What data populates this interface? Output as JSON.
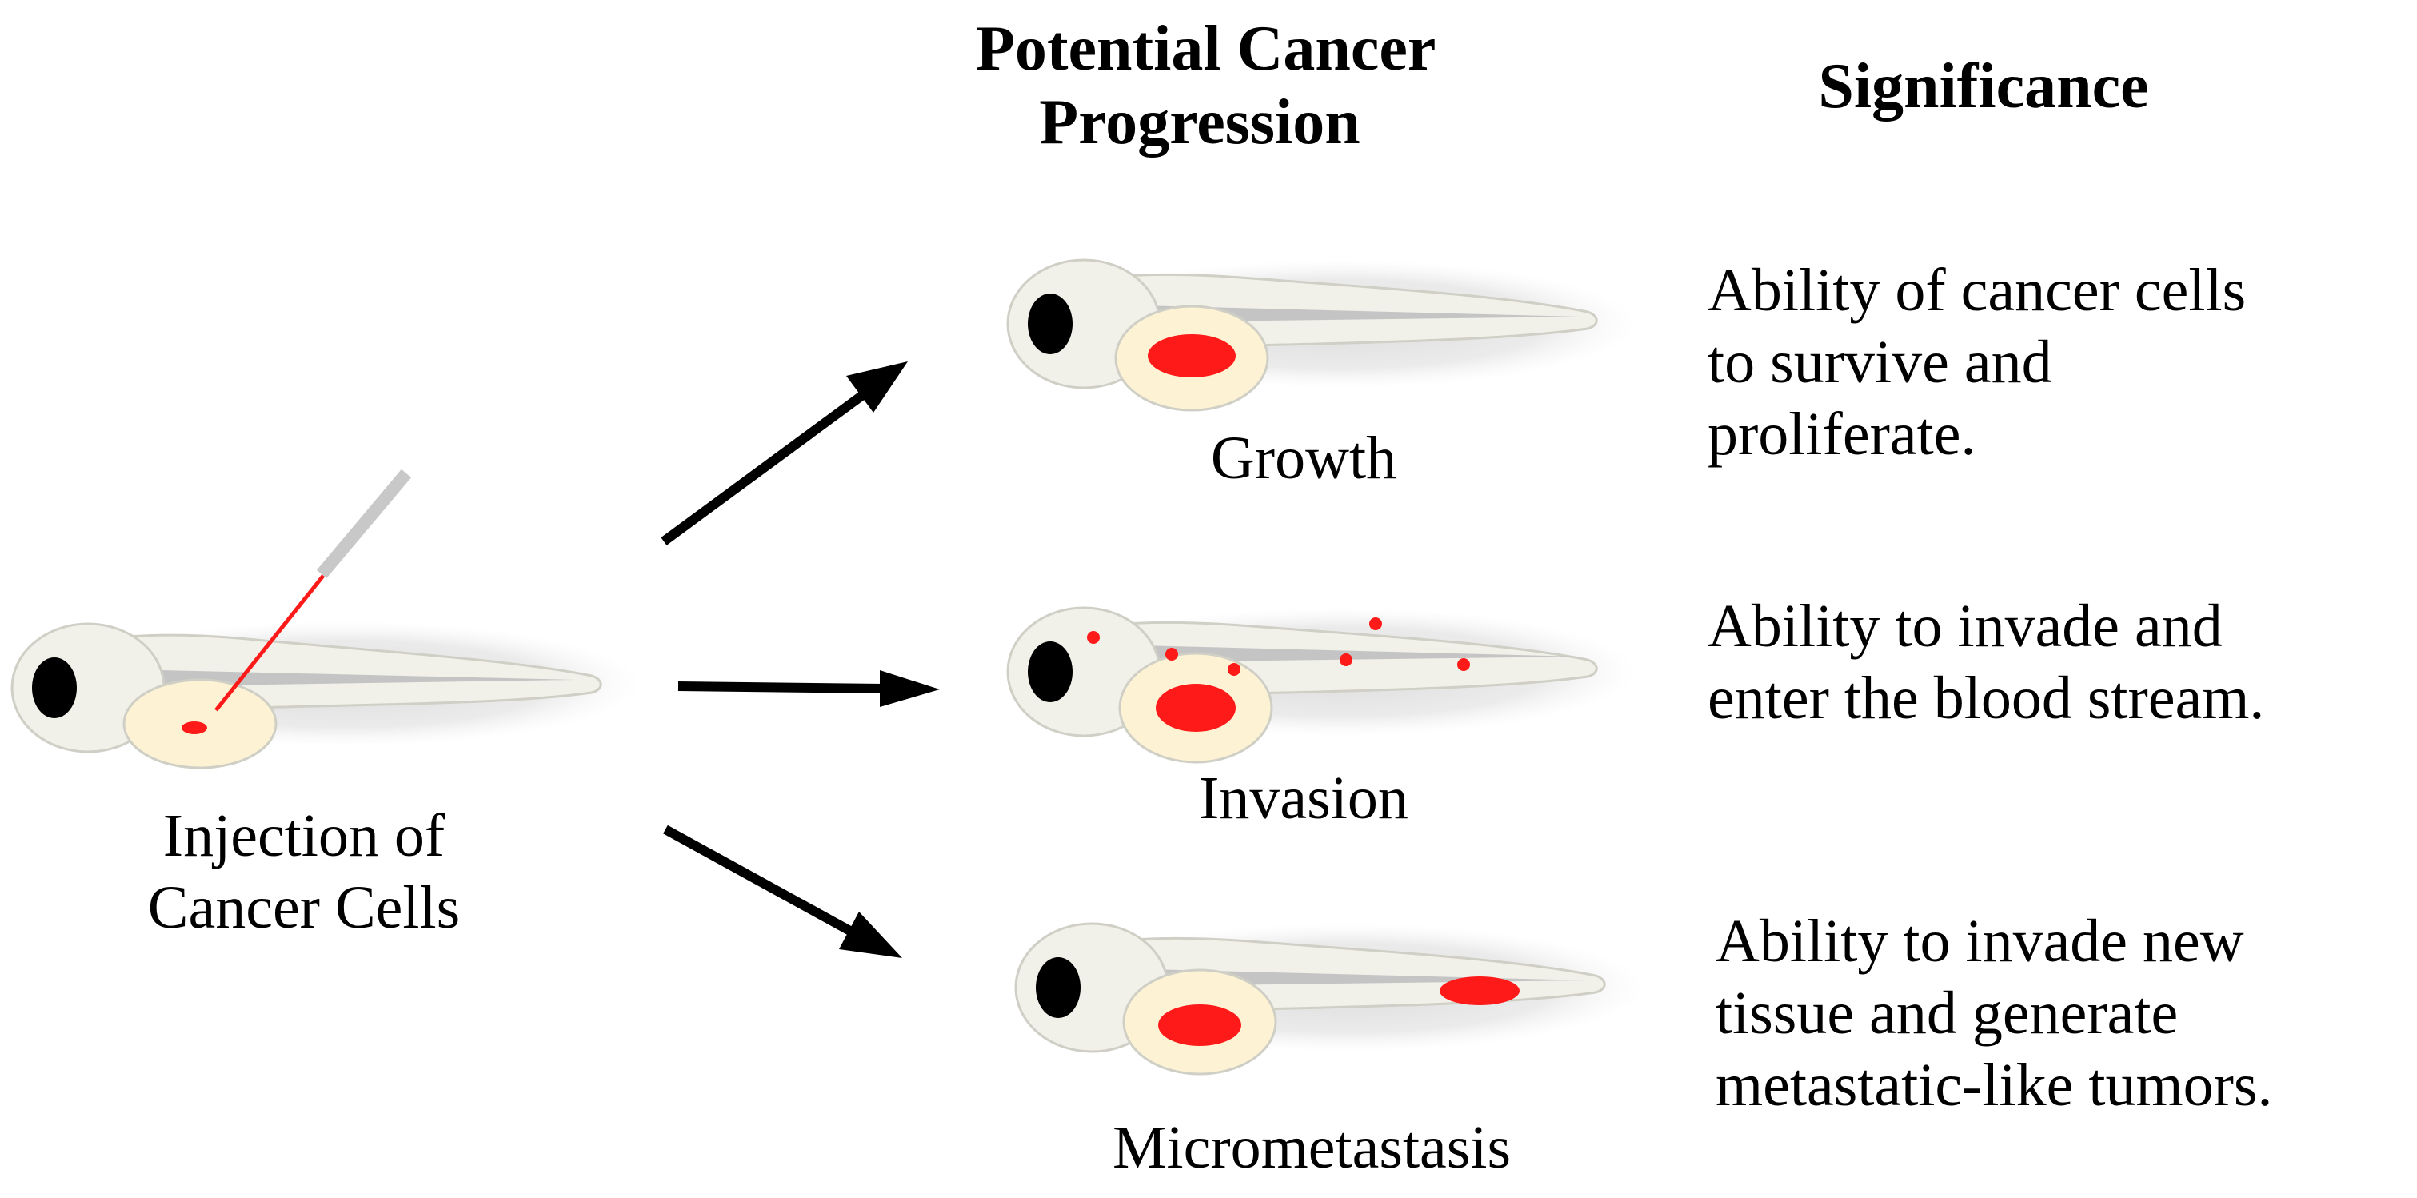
{
  "headers": {
    "progression_line1": "Potential Cancer",
    "progression_line2": "Progression",
    "significance": "Significance"
  },
  "injection": {
    "label_line1": "Injection of",
    "label_line2": "Cancer Cells"
  },
  "stages": [
    {
      "name": "Growth",
      "description": [
        "Ability of cancer cells",
        "to survive and",
        "proliferate."
      ]
    },
    {
      "name": "Invasion",
      "description": [
        "Ability to invade and",
        "enter the blood stream."
      ]
    },
    {
      "name": "Micrometastasis",
      "description": [
        "Ability to invade new",
        "tissue and generate",
        "metastatic-like tumors."
      ]
    }
  ],
  "colors": {
    "tumor": "#ff1a1a",
    "yolk": "#fdf2d4",
    "body": "#f1f1ea",
    "outline": "#cfcfc6",
    "notochord": "#c4c4c4",
    "eye": "#000000",
    "arrow": "#000000",
    "needle": "#c8c8c8"
  }
}
